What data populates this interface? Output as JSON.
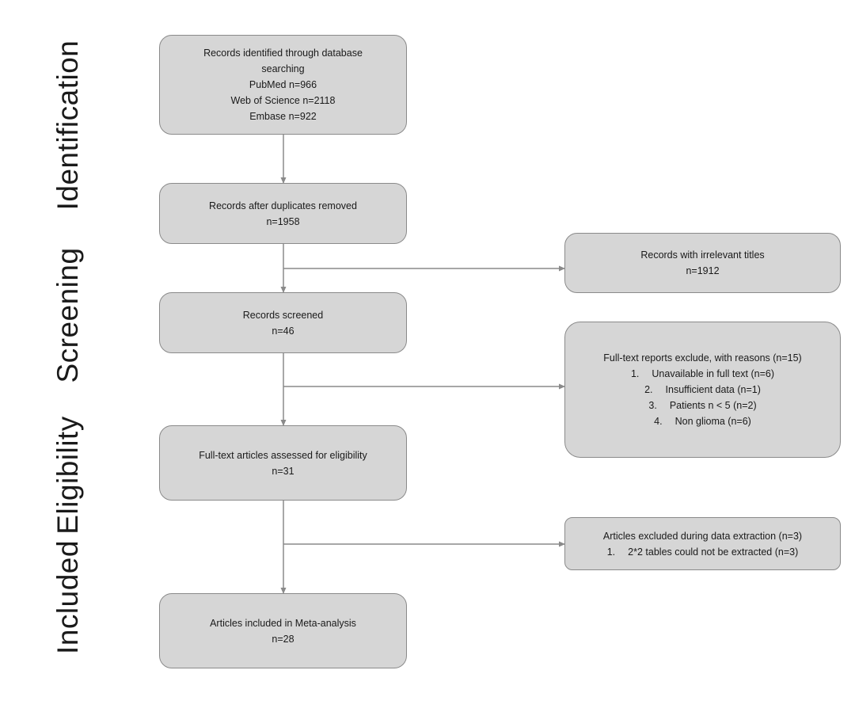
{
  "stages": [
    {
      "id": "identification",
      "label": "Identification"
    },
    {
      "id": "screening",
      "label": "Screening"
    },
    {
      "id": "eligibility",
      "label": "Eligibility"
    },
    {
      "id": "included",
      "label": "Included"
    }
  ],
  "boxes": {
    "identified": {
      "lines": [
        "Records identified through database",
        "searching",
        "PubMed n=966",
        "Web of Science n=2118",
        "Embase n=922"
      ]
    },
    "after_duplicates": {
      "lines": [
        "Records after duplicates removed",
        "n=1958"
      ]
    },
    "irrelevant_titles": {
      "lines": [
        "Records with irrelevant titles",
        "n=1912"
      ]
    },
    "screened": {
      "lines": [
        "Records screened",
        "n=46"
      ]
    },
    "fulltext_excluded": {
      "heading": "Full-text reports exclude, with reasons (n=15)",
      "items": [
        {
          "num": "1.",
          "text": "Unavailable in full text (n=6)"
        },
        {
          "num": "2.",
          "text": "Insufficient data (n=1)"
        },
        {
          "num": "3.",
          "text": "Patients n < 5 (n=2)"
        },
        {
          "num": "4.",
          "text": "Non glioma (n=6)"
        }
      ]
    },
    "assessed": {
      "lines": [
        "Full-text articles assessed for eligibility",
        "n=31"
      ]
    },
    "extraction_excluded": {
      "heading": "Articles excluded during data extraction (n=3)",
      "items": [
        {
          "num": "1.",
          "text": "2*2 tables could not be extracted (n=3)"
        }
      ]
    },
    "included": {
      "lines": [
        "Articles included in Meta-analysis",
        "n=28"
      ]
    }
  },
  "colors": {
    "box_fill": "#d6d6d6",
    "box_border": "#8a8a8a",
    "connector": "#8a8a8a"
  }
}
